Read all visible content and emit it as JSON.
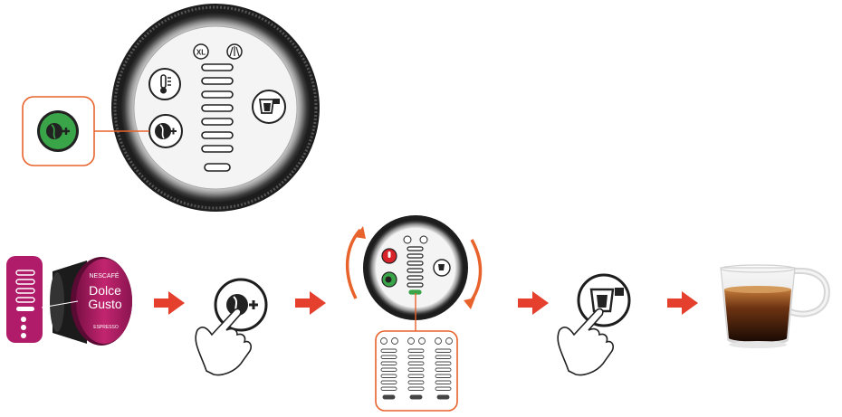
{
  "capsule": {
    "brand": "NESCAFÉ",
    "name_line1": "Dolce",
    "name_line2": "Gusto",
    "variety": "ESPRESSO",
    "intensity_dots": 3,
    "ring_color": "#b01c6a"
  },
  "control_panel": {
    "xl_label": "XL",
    "level_count": 7,
    "intensity_buttons": [
      {
        "name": "thermo-icon",
        "active": false
      },
      {
        "name": "coffee-boost-icon",
        "active": true
      }
    ]
  },
  "colors": {
    "accent_orange": "#e8622c",
    "arrow_red": "#e5402e",
    "boost_green": "#3aa548",
    "hot_red": "#d8232a",
    "panel_dark": "#2b2b2b"
  },
  "level_chart": {
    "columns": 3,
    "rows": 8
  },
  "steps": [
    {
      "name": "step-capsule"
    },
    {
      "name": "step-press-boost"
    },
    {
      "name": "step-select-level"
    },
    {
      "name": "step-press-start"
    },
    {
      "name": "step-espresso"
    }
  ]
}
